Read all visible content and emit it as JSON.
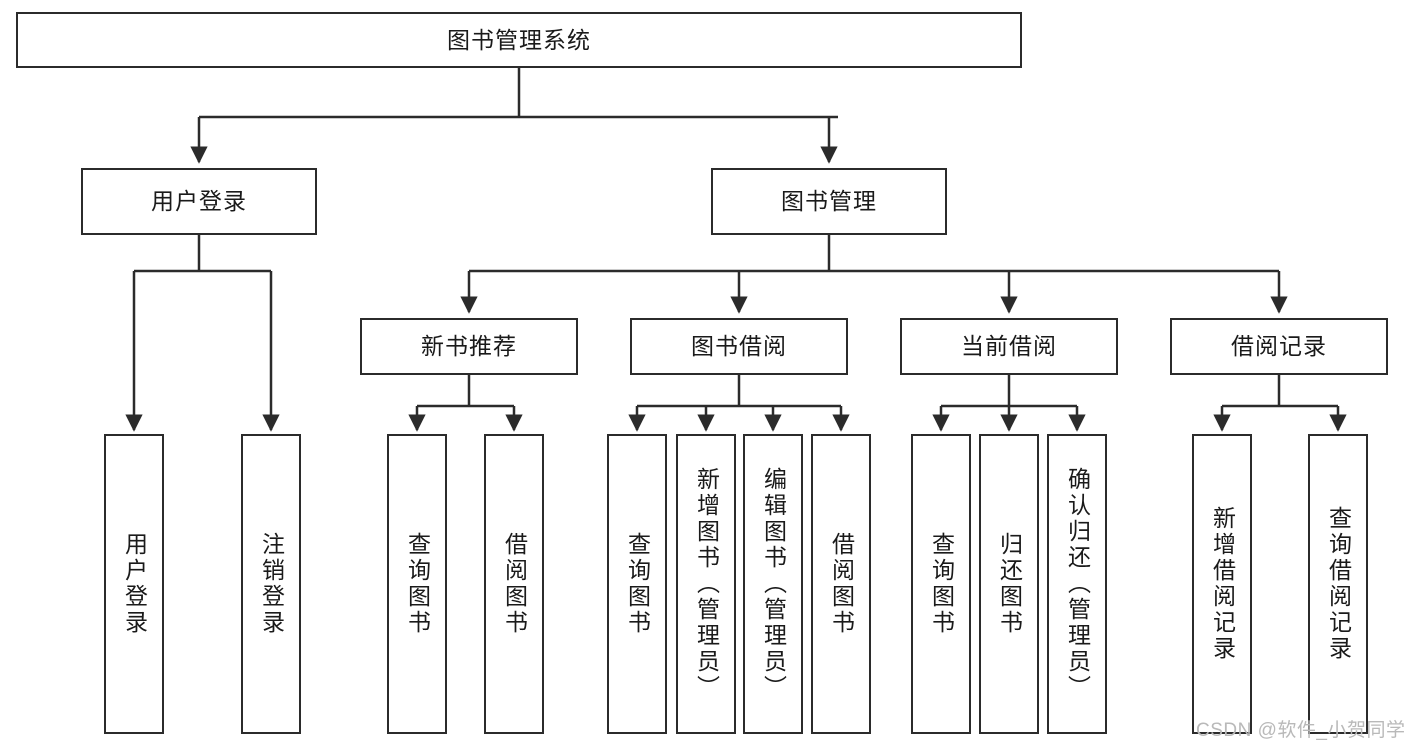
{
  "diagram": {
    "title": "图书管理系统",
    "type": "tree",
    "levels": [
      {
        "level": 1,
        "nodes": [
          {
            "id": "root",
            "label": "图书管理系统",
            "orientation": "horizontal"
          }
        ]
      },
      {
        "level": 2,
        "nodes": [
          {
            "id": "login",
            "label": "用户登录",
            "orientation": "horizontal",
            "parent": "root"
          },
          {
            "id": "book-manage",
            "label": "图书管理",
            "orientation": "horizontal",
            "parent": "root"
          }
        ]
      },
      {
        "level": 3,
        "nodes": [
          {
            "id": "new-book-rec",
            "label": "新书推荐",
            "orientation": "horizontal",
            "parent": "book-manage"
          },
          {
            "id": "book-borrow",
            "label": "图书借阅",
            "orientation": "horizontal",
            "parent": "book-manage"
          },
          {
            "id": "current-borrow",
            "label": "当前借阅",
            "orientation": "horizontal",
            "parent": "book-manage"
          },
          {
            "id": "borrow-record",
            "label": "借阅记录",
            "orientation": "horizontal",
            "parent": "book-manage"
          }
        ]
      },
      {
        "level": 4,
        "nodes": [
          {
            "id": "leaf-user-login",
            "label": "用户登录",
            "orientation": "vertical",
            "parent": "login"
          },
          {
            "id": "leaf-user-logout",
            "label": "注销登录",
            "orientation": "vertical",
            "parent": "login"
          },
          {
            "id": "leaf-rec-query-book",
            "label": "查询图书",
            "orientation": "vertical",
            "parent": "new-book-rec"
          },
          {
            "id": "leaf-rec-borrow-book",
            "label": "借阅图书",
            "orientation": "vertical",
            "parent": "new-book-rec"
          },
          {
            "id": "leaf-bb-query-book",
            "label": "查询图书",
            "orientation": "vertical",
            "parent": "book-borrow"
          },
          {
            "id": "leaf-bb-add-book",
            "label": "新增图书（管理员）",
            "orientation": "vertical",
            "parent": "book-borrow"
          },
          {
            "id": "leaf-bb-edit-book",
            "label": "编辑图书（管理员）",
            "orientation": "vertical",
            "parent": "book-borrow"
          },
          {
            "id": "leaf-bb-borrow-book",
            "label": "借阅图书",
            "orientation": "vertical",
            "parent": "book-borrow"
          },
          {
            "id": "leaf-cb-query-book",
            "label": "查询图书",
            "orientation": "vertical",
            "parent": "current-borrow"
          },
          {
            "id": "leaf-cb-return-book",
            "label": "归还图书",
            "orientation": "vertical",
            "parent": "current-borrow"
          },
          {
            "id": "leaf-cb-confirm-return",
            "label": "确认归还（管理员）",
            "orientation": "vertical",
            "parent": "current-borrow"
          },
          {
            "id": "leaf-br-add-record",
            "label": "新增借阅记录",
            "orientation": "vertical",
            "parent": "borrow-record"
          },
          {
            "id": "leaf-br-query-record",
            "label": "查询借阅记录",
            "orientation": "vertical",
            "parent": "borrow-record"
          }
        ]
      }
    ],
    "watermark": "CSDN @软件_小贺同学",
    "colors": {
      "box_border": "#2b2b2b",
      "box_fill": "#ffffff",
      "connector": "#2b2b2b",
      "text": "#1a1a1a",
      "watermark": "#b9b9b9"
    }
  }
}
